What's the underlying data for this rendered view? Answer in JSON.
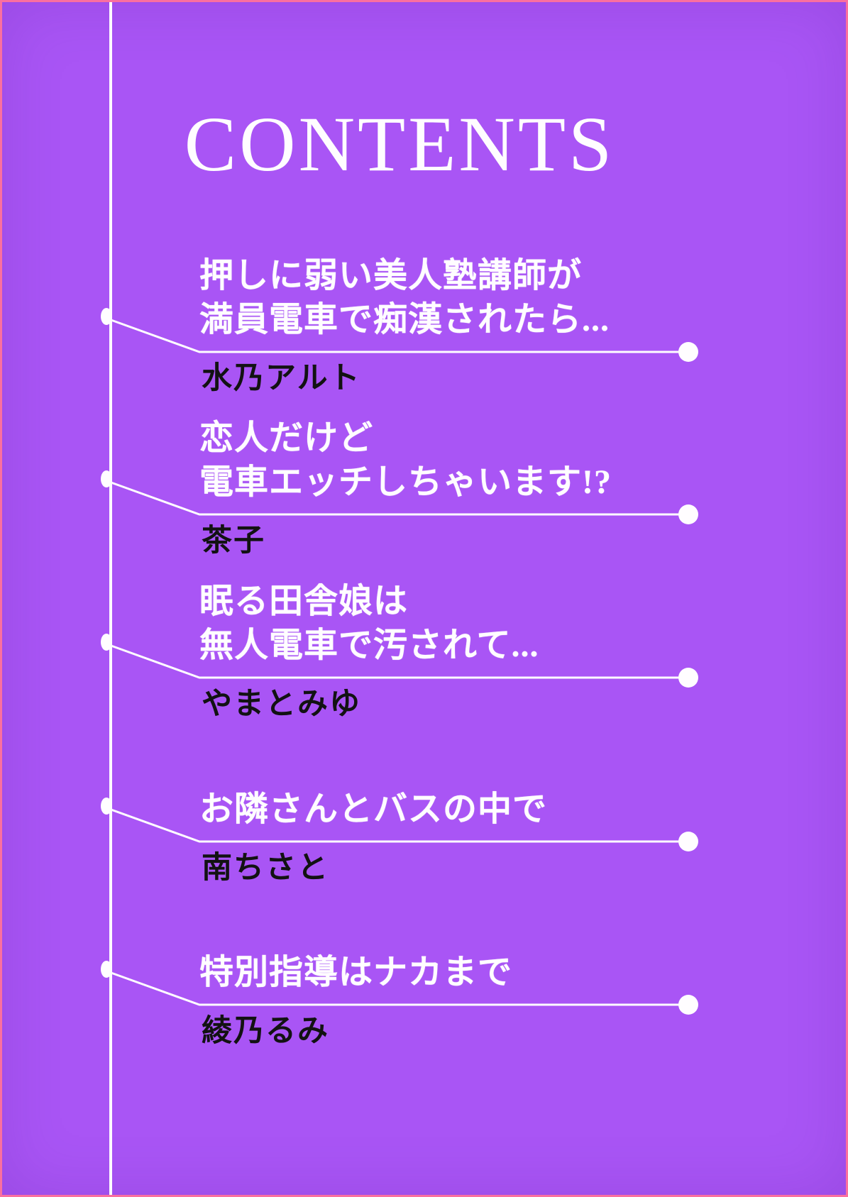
{
  "page": {
    "title": "CONTENTS",
    "colors": {
      "background": "#a955f5",
      "border_pink": "#fa6f9f",
      "rule_white": "#fffdff",
      "entry_title_text": "#ffffff",
      "author_text": "#121212"
    },
    "entries": [
      {
        "title_lines": [
          "押しに弱い美人塾講師が",
          "満員電車で痴漢されたら..."
        ],
        "author": "水乃アルト"
      },
      {
        "title_lines": [
          "恋人だけど",
          "電車エッチしちゃいます!?"
        ],
        "author": "茶子"
      },
      {
        "title_lines": [
          "眠る田舎娘は",
          "無人電車で汚されて..."
        ],
        "author": "やまとみゆ"
      },
      {
        "title_lines": [
          "お隣さんとバスの中で"
        ],
        "author": "南ちさと"
      },
      {
        "title_lines": [
          "特別指導はナカまで"
        ],
        "author": "綾乃るみ"
      }
    ]
  }
}
